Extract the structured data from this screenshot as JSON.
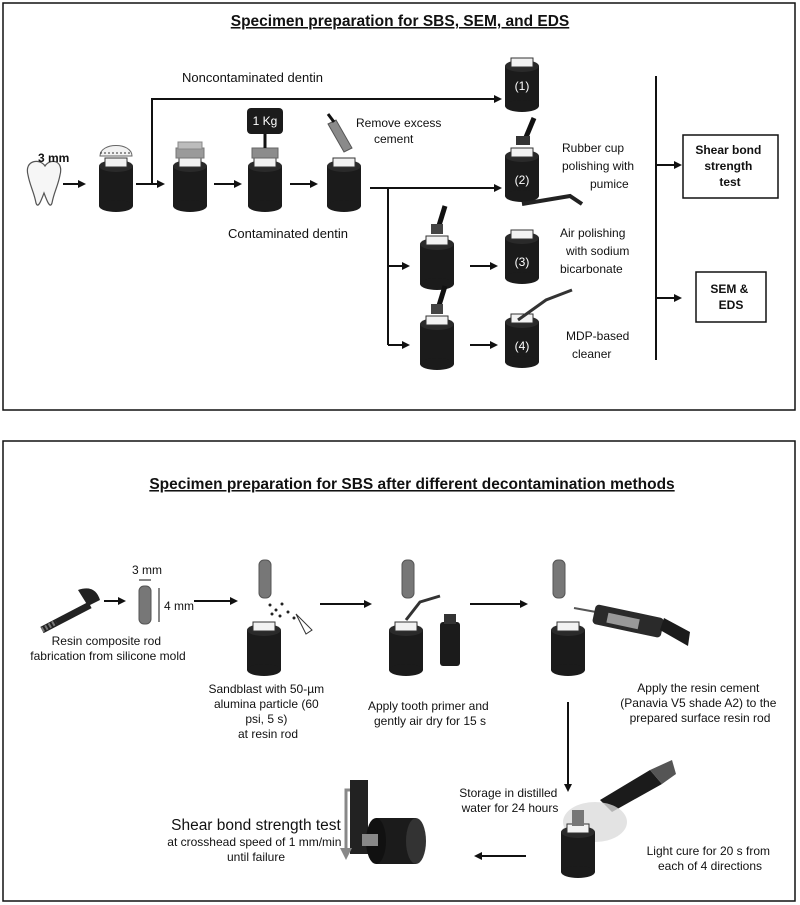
{
  "panel_top": {
    "title": "Specimen preparation for SBS, SEM, and EDS",
    "tooth_size": "3 mm",
    "load": "1 Kg",
    "remove_cement": [
      "Remove excess",
      "cement"
    ],
    "noncontaminated": "Noncontaminated  dentin",
    "contaminated": "Contaminated  dentin",
    "groups": [
      {
        "num": "(1)",
        "label": []
      },
      {
        "num": "(2)",
        "label": [
          "Rubber cup",
          "polishing with",
          "pumice"
        ]
      },
      {
        "num": "(3)",
        "label": [
          "Air polishing",
          "with sodium",
          "bicarbonate"
        ]
      },
      {
        "num": "(4)",
        "label": [
          "MDP-based",
          "cleaner"
        ]
      }
    ],
    "outcome_sbs": [
      "Shear bond",
      "strength",
      "test"
    ],
    "outcome_sem": [
      "SEM &",
      "EDS"
    ]
  },
  "panel_bottom": {
    "title": "Specimen preparation for SBS after different decontamination methods",
    "rod_width": "3 mm",
    "rod_height": "4 mm",
    "step1": [
      "Resin composite rod",
      "fabrication from silicone mold"
    ],
    "step2": [
      "Sandblast with 50-µm",
      "alumina particle (60",
      "psi, 5 s)",
      "at resin rod"
    ],
    "step3": [
      "Apply tooth primer and",
      "gently air dry for 15 s"
    ],
    "step4": [
      "Apply the resin cement",
      "(Panavia V5 shade A2) to the",
      "prepared surface resin rod"
    ],
    "step5": [
      "Storage in distilled",
      "water for 24 hours"
    ],
    "step6": [
      "Light cure for 20 s from",
      "each of 4 directions"
    ],
    "step7_title": "Shear bond strength  test",
    "step7": [
      "at crosshead speed of 1 mm/min",
      "until failure"
    ]
  }
}
